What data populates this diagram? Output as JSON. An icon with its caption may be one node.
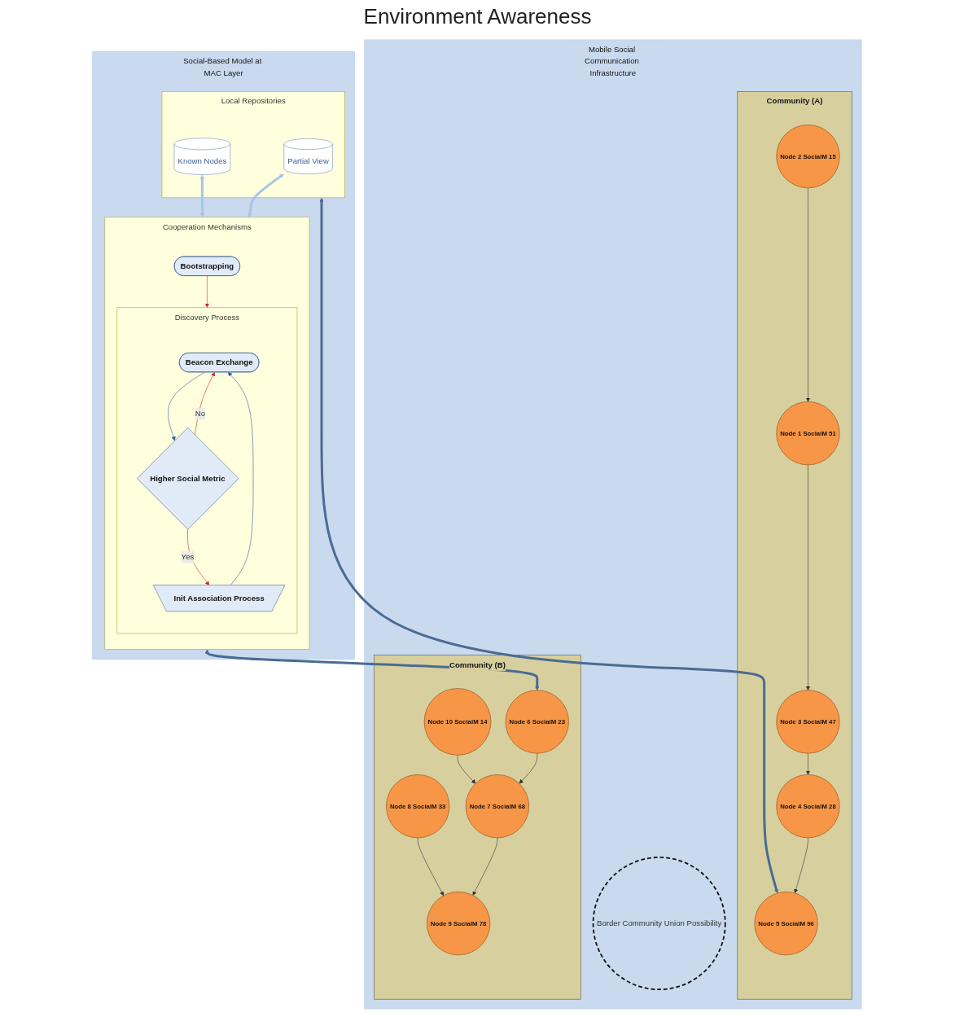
{
  "diagram": {
    "nodes": [
      {
        "text": [
          "Social-Based Model at MAC Layer"
        ]
      },
      {
        "text": [
          "Local Repositories"
        ],
        "in": 0
      },
      {
        "text": [
          "Partial View"
        ],
        "in": 1
      },
      {
        "text": [
          "Known Nodes"
        ],
        "in": 1
      },
      {
        "text": [
          "Cooperation Mechanisms"
        ],
        "in": 0
      },
      {
        "text": [
          "Bootstrapping"
        ],
        "in": 4
      },
      {
        "text": [
          "Discovery Process"
        ],
        "in": 4
      },
      {
        "text": [
          "Beacon Exchange"
        ],
        "in": 6
      },
      {
        "text": [
          "Higher Social Metric"
        ],
        "in": 6
      },
      {
        "text": [
          "Init Association Process"
        ],
        "in": 6
      },
      {
        "text": [
          "Mobile Social Communication Infrastructure"
        ]
      },
      {
        "text": [
          "Community (A)"
        ],
        "in": 10
      },
      {
        "text": [
          "Node 1 SocialM 51"
        ],
        "in": 11
      },
      {
        "text": [
          "Node 2 SocialM 15"
        ],
        "in": 11
      },
      {
        "text": [
          "Node 3 SocialM 47"
        ],
        "in": 11
      },
      {
        "text": [
          "Node 4 SocialM 28"
        ],
        "in": 11
      },
      {
        "text": [
          "Node 5 SocialM 96"
        ],
        "in": 11
      },
      {
        "text": [
          "Border Community Union Possibility"
        ],
        "in": 10
      },
      {
        "text": [
          "Community (B)"
        ],
        "in": 10
      },
      {
        "text": [
          "Node 6 SocialM 23"
        ],
        "in": 18
      },
      {
        "text": [
          "Node 7 SocialM 68"
        ],
        "in": 18
      },
      {
        "text": [
          "Node 8 SocialM 33"
        ],
        "in": 18
      },
      {
        "text": [
          "Node 9 SocialM 78"
        ],
        "in": 18
      },
      {
        "text": [
          "Node 10 SocialM 14"
        ],
        "in": 18
      }
    ],
    "edges": [
      {
        "from": 2,
        "to": 4,
        "arrow": "both",
        "color": "#a9c4e4",
        "style": "thick"
      },
      {
        "from": 3,
        "to": 4,
        "arrow": "both",
        "color": "#a9c4e4",
        "style": "thick"
      },
      {
        "from": 5,
        "to": 6,
        "arrow": "to",
        "color": "#d7262b"
      },
      {
        "from": 7,
        "to": 8,
        "arrow": "to",
        "color": "#2e5d9b"
      },
      {
        "from": 8,
        "to": 7,
        "arrow": "to",
        "label": "No",
        "color": "#d7262b"
      },
      {
        "from": 8,
        "to": 9,
        "arrow": "to",
        "label": "Yes",
        "color": "#d7262b"
      },
      {
        "from": 9,
        "to": 7,
        "arrow": "to",
        "color": "#2e5d9b"
      },
      {
        "from": 1,
        "to": 16,
        "arrow": "both",
        "style": "thick",
        "color": "#4a6b94"
      },
      {
        "from": 4,
        "to": 19,
        "arrow": "both",
        "style": "thick",
        "color": "#4a6b94"
      },
      {
        "from": 13,
        "to": 12,
        "arrow": "to"
      },
      {
        "from": 12,
        "to": 14,
        "arrow": "to"
      },
      {
        "from": 14,
        "to": 15,
        "arrow": "to"
      },
      {
        "from": 15,
        "to": 16,
        "arrow": "to"
      },
      {
        "from": 19,
        "to": 20,
        "arrow": "to"
      },
      {
        "from": 23,
        "to": 20,
        "arrow": "to"
      },
      {
        "from": 20,
        "to": 22,
        "arrow": "to"
      },
      {
        "from": 21,
        "to": 22,
        "arrow": "to"
      }
    ],
    "labels": [
      "Environment Awareness"
    ]
  }
}
